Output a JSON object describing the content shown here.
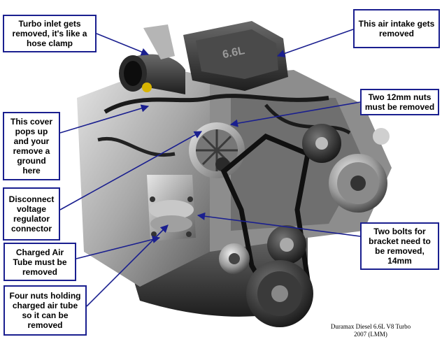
{
  "colors": {
    "callout_border": "#1a1f8f",
    "arrow": "#1a1f8f",
    "background": "#ffffff"
  },
  "callouts": [
    {
      "id": "turbo-inlet",
      "lines": [
        "Turbo inlet gets",
        "removed, it's like a",
        "hose clamp"
      ]
    },
    {
      "id": "air-intake",
      "lines": [
        "This air intake gets",
        "removed"
      ]
    },
    {
      "id": "nuts-12mm",
      "lines": [
        "Two 12mm nuts",
        "must be removed"
      ]
    },
    {
      "id": "cover-ground",
      "lines": [
        "This cover",
        "pops up",
        "and your",
        "remove a",
        "ground",
        "here"
      ]
    },
    {
      "id": "voltage-regulator",
      "lines": [
        "Disconnect",
        "voltage",
        "regulator",
        "connector"
      ]
    },
    {
      "id": "bracket-bolts",
      "lines": [
        "Two bolts for",
        "bracket need to",
        "be removed,",
        "14mm"
      ]
    },
    {
      "id": "charged-air-tube",
      "lines": [
        "Charged Air",
        "Tube must be",
        "removed"
      ]
    },
    {
      "id": "four-nuts",
      "lines": [
        "Four nuts holding",
        "charged air tube",
        "so it can be",
        "removed"
      ]
    }
  ],
  "caption": {
    "line1": "Duramax Diesel 6.6L V8 Turbo",
    "line2": "2007 (LMM)"
  },
  "engine_badge": "6.6L"
}
